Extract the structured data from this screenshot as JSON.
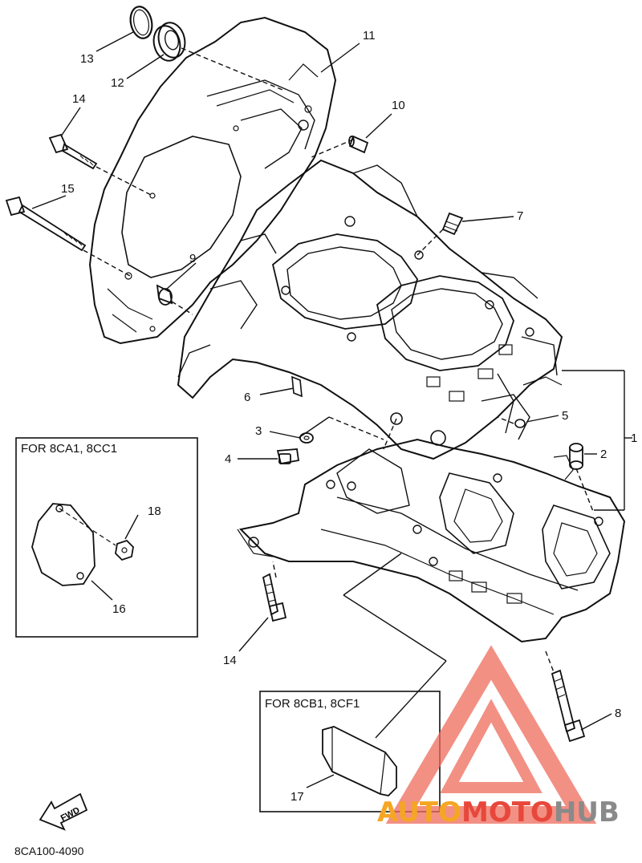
{
  "callouts": {
    "c1": "1",
    "c2": "2",
    "c3": "3",
    "c4": "4",
    "c5": "5",
    "c6": "6",
    "c7": "7",
    "c8": "8",
    "c9": "9",
    "c10": "10",
    "c11": "11",
    "c12": "12",
    "c13": "13",
    "c14a": "14",
    "c14b": "14",
    "c15": "15",
    "c16": "16",
    "c17": "17",
    "c18": "18"
  },
  "variant_boxes": {
    "box_a_title": "FOR 8CA1, 8CC1",
    "box_b_title": "FOR 8CB1, 8CF1"
  },
  "fwd_label": "FWD",
  "diagram_code": "8CA100-4090",
  "watermark": {
    "text_orange": "AUTO",
    "text_red": "MOTO",
    "text_gray": "HUB",
    "colors": {
      "orange": "#f5a623",
      "red": "#e8473b",
      "gray": "#8a8a8a",
      "triangle": "#ee6b5c"
    }
  }
}
